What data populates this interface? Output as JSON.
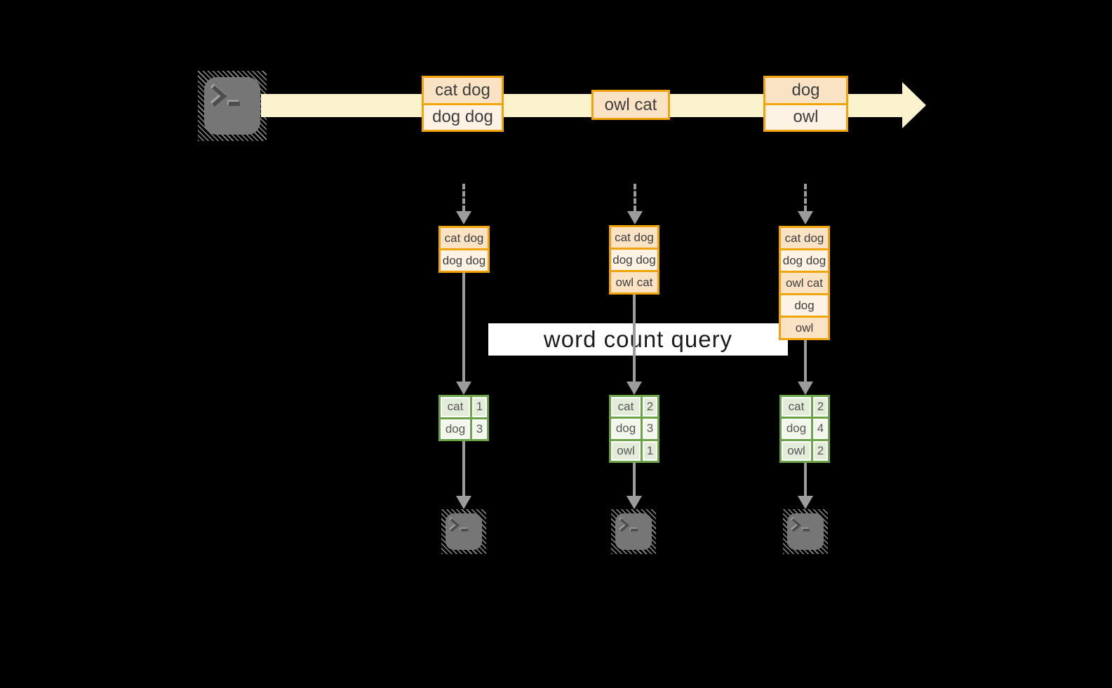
{
  "stream": {
    "source_icon": "terminal-icon",
    "arrow_icon": "right-arrow-icon",
    "batches": [
      {
        "rows": [
          "cat dog",
          "dog dog"
        ]
      },
      {
        "rows": [
          "owl cat"
        ]
      },
      {
        "rows": [
          "dog",
          "owl"
        ]
      }
    ]
  },
  "query": {
    "label": "word count query"
  },
  "columns": [
    {
      "stack": [
        "cat dog",
        "dog dog"
      ],
      "table": [
        [
          "cat",
          "1"
        ],
        [
          "dog",
          "3"
        ]
      ],
      "sink_icon": "terminal-icon"
    },
    {
      "stack": [
        "cat dog",
        "dog dog",
        "owl cat"
      ],
      "table": [
        [
          "cat",
          "2"
        ],
        [
          "dog",
          "3"
        ],
        [
          "owl",
          "1"
        ]
      ],
      "sink_icon": "terminal-icon"
    },
    {
      "stack": [
        "cat dog",
        "dog dog",
        "owl cat",
        "dog",
        "owl"
      ],
      "table": [
        [
          "cat",
          "2"
        ],
        [
          "dog",
          "4"
        ],
        [
          "owl",
          "2"
        ]
      ],
      "sink_icon": "terminal-icon"
    }
  ],
  "colors": {
    "background": "#000000",
    "accent_orange": "#F1A30C",
    "fill_peach_dark": "#FAE3C4",
    "fill_peach_light": "#FDF2E4",
    "stream_band": "#FBF2CE",
    "accent_green": "#6BA547",
    "fill_green_dark": "#E3ECD9",
    "fill_green_light": "#F2F7EC",
    "arrow_gray": "#9C9C9C",
    "terminal_gray": "#767676",
    "banner_bg": "#FFFFFF"
  }
}
